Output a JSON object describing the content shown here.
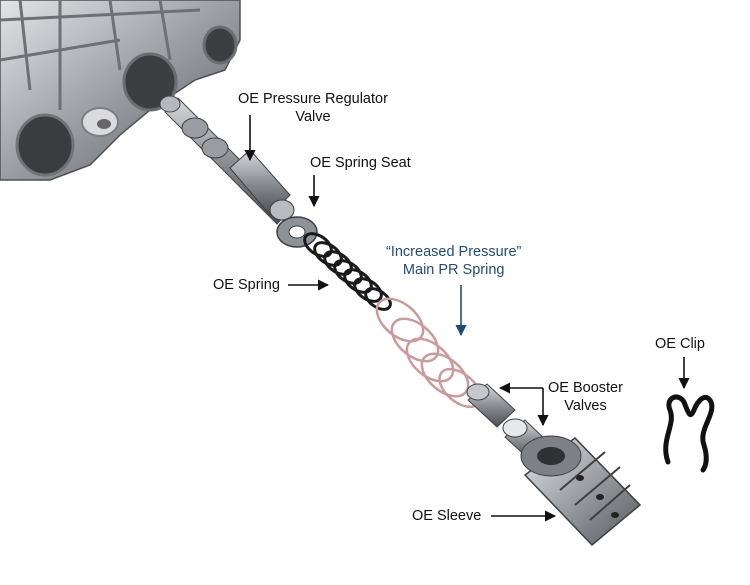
{
  "labels": {
    "pressure_regulator_valve": [
      "OE Pressure Regulator",
      "Valve"
    ],
    "spring_seat": "OE Spring Seat",
    "increased_pressure_spring": [
      "“Increased Pressure”",
      "Main PR Spring"
    ],
    "oe_spring": "OE Spring",
    "oe_clip": "OE Clip",
    "booster_valves": [
      "OE Booster",
      "Valves"
    ],
    "oe_sleeve": "OE Sleeve"
  },
  "colors": {
    "accent_label": "#1f4d7a",
    "label_text": "#111111",
    "arrow": "#111111",
    "new_spring": "#cc9a9a",
    "oe_spring": "#1a1a1a",
    "metal_dark": "#5a5d61",
    "metal_light": "#c9ccd0"
  }
}
